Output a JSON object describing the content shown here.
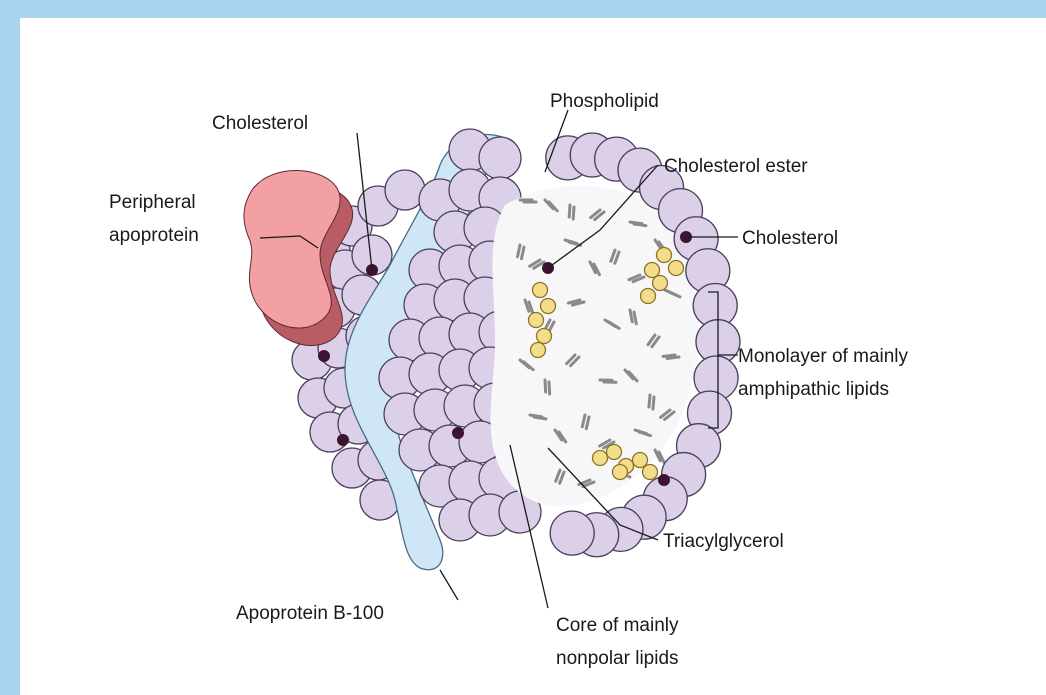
{
  "diagram": {
    "labels": {
      "cholesterol_top": "Cholesterol",
      "phospholipid": "Phospholipid",
      "cholesterol_ester": "Cholesterol ester",
      "peripheral_1": "Peripheral",
      "peripheral_2": "apoprotein",
      "cholesterol_right": "Cholesterol",
      "monolayer_1": "Monolayer of mainly",
      "monolayer_2": "amphipathic lipids",
      "triacylglycerol": "Triacylglycerol",
      "apoprotein_b100": "Apoprotein B-100",
      "core_1": "Core of mainly",
      "core_2": "nonpolar lipids"
    },
    "colors": {
      "background_border": "#a9d3ee",
      "phospholipid_sphere": "#dcd0e8",
      "sphere_stroke": "#4a3f5c",
      "apoprotein_b100": "#cfe6f6",
      "peripheral_apoprotein": "#f2a0a4",
      "peripheral_shadow": "#b95c66",
      "cholesterol_dot": "#3b1530",
      "cholesterol_ester": "#f3dd8a",
      "core_tails": "#8a8a8a"
    }
  }
}
